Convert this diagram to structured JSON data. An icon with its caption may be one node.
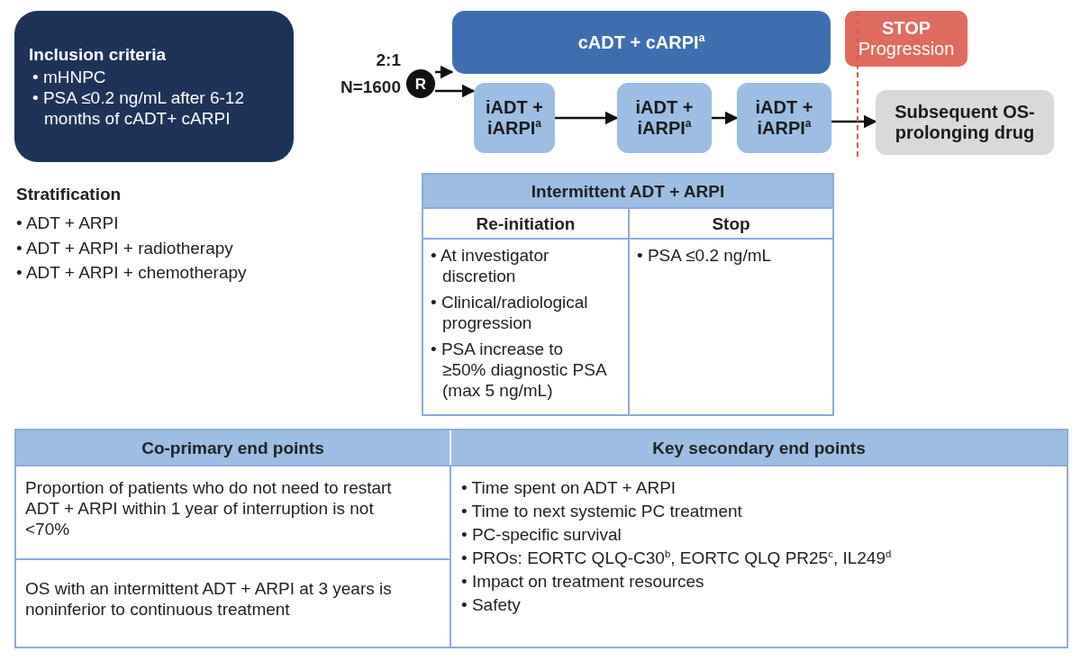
{
  "diagram": {
    "nodes": [
      {
        "text": [
          "Inclusion criteria",
          "• mHNPC",
          "• PSA ≤0.2 ng/mL after 6-12 months of cADT+ cARPI"
        ]
      },
      {
        "text": [
          "R"
        ],
        "beside": [
          "2:1",
          "N=1600"
        ]
      },
      {
        "text": [
          "cADT + cARPI$^{a}$"
        ]
      },
      {
        "text": [
          "iADT + iARPI$^{a}$"
        ]
      },
      {
        "text": [
          "iADT + iARPI$^{a}$"
        ]
      },
      {
        "text": [
          "iADT + iARPI$^{a}$"
        ]
      },
      {
        "text": [
          "STOP",
          "Progression"
        ]
      },
      {
        "text": [
          "Subsequent OS-prolonging drug"
        ]
      }
    ],
    "edges": [
      {
        "from": 1,
        "to": 2,
        "arrow": "to"
      },
      {
        "from": 1,
        "to": 3,
        "arrow": "to"
      },
      {
        "from": 3,
        "to": 4,
        "arrow": "to"
      },
      {
        "from": 4,
        "to": 5,
        "arrow": "to"
      },
      {
        "from": 5,
        "to": 7,
        "arrow": "to"
      }
    ],
    "labels": [
      "Stratification",
      "• ADT + ARPI",
      "• ADT + ARPI + radiotherapy",
      "• ADT + ARPI + chemotherapy",
      "Intermittent ADT + ARPI",
      "Re-initiation",
      "Stop",
      "• At investigator discretion",
      "• Clinical/radiological progression",
      "• PSA increase to ≥50% diagnostic PSA (max 5 ng/mL)",
      "• PSA ≤0.2 ng/mL",
      "Co-primary end points",
      "Key secondary end points",
      "Proportion of patients who do not need to restart ADT + ARPI within 1 year of interruption is not <70%",
      "• Time spent on ADT + ARPI",
      "• Time to next systemic PC treatment",
      "• PC-specific survival",
      "• PROs: EORTC QLQ-C30$^{b}$, EORTC QLQ PR25$^{c}$, IL249$^{d}$",
      "• Impact on treatment resources",
      "• Safety",
      "OS with an intermittent ADT + ARPI at 3 years is noninferior to continuous treatment"
    ]
  }
}
